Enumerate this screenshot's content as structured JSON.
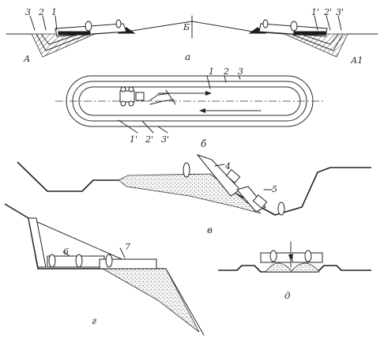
{
  "panels": {
    "a": {
      "label": "а",
      "numbers_left": [
        "3",
        "2",
        "1"
      ],
      "numbers_right": [
        "1'",
        "2'",
        "3'"
      ],
      "label_center": "Б",
      "label_left": "А",
      "label_right": "А1"
    },
    "b": {
      "label": "б",
      "numbers_top": [
        "1",
        "2",
        "3"
      ],
      "numbers_bottom": [
        "1'",
        "2'",
        "3'"
      ]
    },
    "v": {
      "label": "в",
      "numbers": [
        "4",
        "5"
      ]
    },
    "g": {
      "label": "г",
      "numbers": [
        "6",
        "7"
      ]
    },
    "d": {
      "label": "д"
    }
  }
}
